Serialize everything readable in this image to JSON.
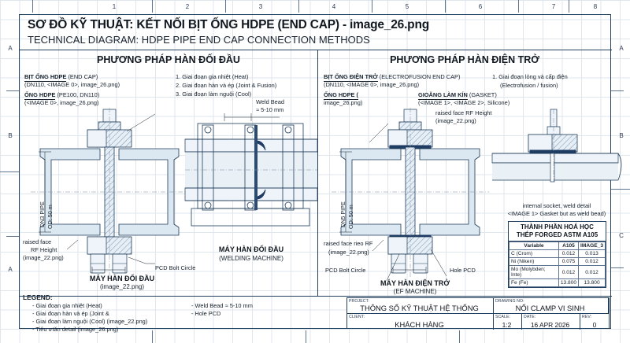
{
  "sheet": {
    "title_vi": "SƠ ĐỒ KỸ THUẬT: KẾT NỐI BỊT ỐNG HDPE (END CAP) - image_26.png",
    "title_en": "TECHNICAL DIAGRAM: HDPE PIPE END CAP CONNECTION METHODS",
    "margin_numbers": [
      "1",
      "2",
      "3",
      "4",
      "5",
      "6",
      "7",
      "8"
    ],
    "margin_letters_left": [
      "A",
      "B",
      "A"
    ],
    "margin_letters_right": [
      "A",
      "B",
      "C"
    ]
  },
  "left_section": {
    "heading": "PHƯƠNG PHÁP HÀN ĐỐI ĐẦU",
    "notes": [
      {
        "bold": "BỊT ỐNG HDPE",
        "rest": " (END CAP)"
      },
      {
        "bold": "",
        "rest": "(DN110, <IMAGE 0>, image_26.png)"
      },
      {
        "bold": "ỐNG HDPE",
        "rest": " (PE100, DN110)"
      },
      {
        "bold": "",
        "rest": "(<IMAGE 0>, image_26.png)"
      }
    ],
    "steps": [
      "1. Giai đoạn gia nhiệt (Heat)",
      "2. Giai đoạn hàn và ép (Joint & Fusion)",
      "3. Giai đoạn làm nguội (Cool)"
    ],
    "weld_bead_label": "Weld Bead",
    "weld_bead_value": "≈ 5-10 mm",
    "dim_vertical": "DN3 PIPE",
    "dim_vertical2": "OD: 50 m",
    "raised_face": [
      "raised face",
      "RF Height",
      "(image_22.png)"
    ],
    "pcd_label": "PCD Bolt Circle",
    "machine_caption_vi": "MÁY HÀN ĐỐI ĐẦU",
    "machine_caption_sub": "(image_22.png)",
    "welder_caption_vi": "MÁY HÀN ĐỐI ĐẦU",
    "welder_caption_en": "(WELDING MACHINE)",
    "legend_title": "LEGEND:",
    "legend_items": [
      "- Giai đoạn gia nhiệt (Heat)",
      "- Giai đoạn hàn và ép (Joint &",
      "- Giai đoạn làm nguội (Cool) (image_22.png)",
      "- Tiêu ưtăn detail (image_26.png)"
    ],
    "legend_right": [
      "- Weld Bead ≈ 5-10 mm",
      "- Hole PCD"
    ]
  },
  "right_section": {
    "heading": "PHƯƠNG PHÁP HÀN ĐIỆN TRỞ",
    "notes": [
      {
        "bold": "BỊT ỐNG ĐIỆN TRỞ",
        "rest": " (ELECTROFUSION END CAP)"
      },
      {
        "bold": "",
        "rest": "(DN110, <IMAGE 0>, image_26.png)"
      },
      {
        "bold": "ỐNG HDPE (",
        "rest": ""
      },
      {
        "bold": "",
        "rest": "image_26.png)"
      }
    ],
    "steps": [
      "1. Giai đoạn lỏng và cấp điện",
      "(Electrofusion / fusion)"
    ],
    "gasket": {
      "bold": "GIOĂNG LÀM KÍN",
      "rest": " (GASKET)",
      "detail": "(<IMAGE 1>, <IMAGE 2>, Silicone)"
    },
    "raised_face_top": [
      "raised face RF Height",
      "(image_22.png)"
    ],
    "dim_vertical": "DN5 PIPE",
    "dim_vertical2": "OD: 50 m",
    "raised_face": [
      "raised face rieo RF",
      "(image_22.png)"
    ],
    "pcd_label": "PCD Bolt Circle",
    "hole_pcd_label": "Hole PCD",
    "machine_caption_vi": "MÁY HÀN ĐIỆN TRỞ",
    "machine_caption_en": "(EF MACHINE)",
    "socket_note": [
      "internal socket, weld detail",
      "<IMAGE 1> Gasket but as weld bead)"
    ]
  },
  "chem_table": {
    "title_line1": "THÀNH PHẦN HOÁ HỌC",
    "title_line2": "THÉP FORGED ASTM A105",
    "headers": [
      "Variable",
      "A105",
      "IMAGE_3"
    ],
    "rows": [
      [
        "C (Crom)",
        "0.012",
        "0.013"
      ],
      [
        "Ni (Niken)",
        "0.075",
        "0.012"
      ],
      [
        "Mo (Molybden; Inte)",
        "0.012",
        "0.012"
      ],
      [
        "Fe (Fe)",
        "13.800",
        "13.800"
      ]
    ]
  },
  "title_block": {
    "project_key": "PROJECT:",
    "project_value": "THÔNG SỐ KỸ THUẬT HỆ THỐNG",
    "drawing_key": "DRAWING NO:",
    "drawing_value": "NỐI CLAMP VI SINH",
    "client_key": "CLIENT:",
    "client_value": "KHÁCH HÀNG",
    "scale_key": "SCALE:",
    "scale_value": "1:2",
    "date_key": "DATE:",
    "date_value": "16 APR 2026",
    "rev_key": "REV:",
    "rev_value": "0"
  }
}
